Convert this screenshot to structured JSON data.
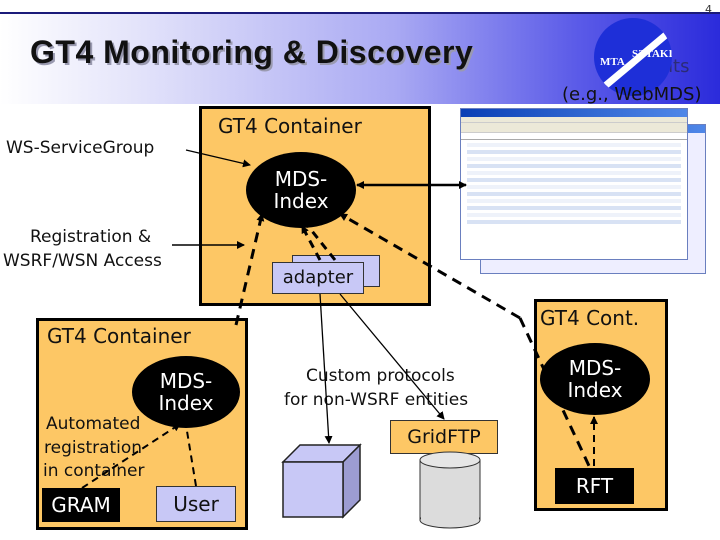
{
  "slide": {
    "page_number": "4",
    "title": "GT4 Monitoring & Discovery",
    "logo": {
      "left_text": "MTA",
      "right_text": "SZTAKI"
    }
  },
  "clients": {
    "line1": "Clients",
    "line2": "(e.g., WebMDS)"
  },
  "labels": {
    "ws_service_group": "WS-ServiceGroup",
    "registration_line1": "Registration &",
    "registration_line2": "WSRF/WSN Access",
    "custom_protocols_line1": "Custom protocols",
    "custom_protocols_line2": "for non-WSRF entities",
    "automated_line1": "Automated",
    "automated_line2": "registration",
    "automated_line3": "in container"
  },
  "main_container": {
    "title": "GT4 Container",
    "index_line1": "MDS-",
    "index_line2": "Index",
    "adapter": "adapter"
  },
  "left_container": {
    "title": "GT4 Container",
    "index_line1": "MDS-",
    "index_line2": "Index",
    "gram": "GRAM",
    "user": "User"
  },
  "right_container": {
    "title": "GT4 Cont.",
    "index_line1": "MDS-",
    "index_line2": "Index",
    "rft": "RFT"
  },
  "gridftp": {
    "label": "GridFTP"
  },
  "colors": {
    "container_fill": "#fdc765",
    "adapter_fill": "#c8c8f6",
    "index_fill": "#000000",
    "header_gradient_end": "#2b2bdb"
  }
}
